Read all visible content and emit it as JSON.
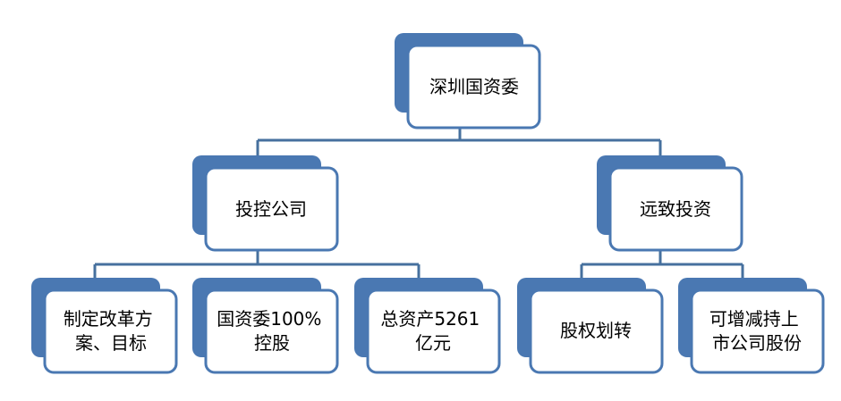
{
  "org_chart": {
    "root": {
      "label_lines": [
        "深圳国资委"
      ]
    },
    "branches": [
      {
        "label_lines": [
          "投控公司"
        ],
        "children": [
          {
            "label_lines": [
              "制定改革方",
              "案、目标"
            ]
          },
          {
            "label_lines": [
              "国资委100%",
              "控股"
            ]
          },
          {
            "label_lines": [
              "总资产5261",
              "亿元"
            ]
          }
        ]
      },
      {
        "label_lines": [
          "远致投资"
        ],
        "children": [
          {
            "label_lines": [
              "股权划转"
            ]
          },
          {
            "label_lines": [
              "可增减持上",
              "市公司股份"
            ]
          }
        ]
      }
    ]
  },
  "colors": {
    "box_fill": "#ffffff",
    "box_border": "#4a78b2",
    "shadow": "#4a78b2",
    "connector": "#46709e",
    "text": "#000000"
  }
}
